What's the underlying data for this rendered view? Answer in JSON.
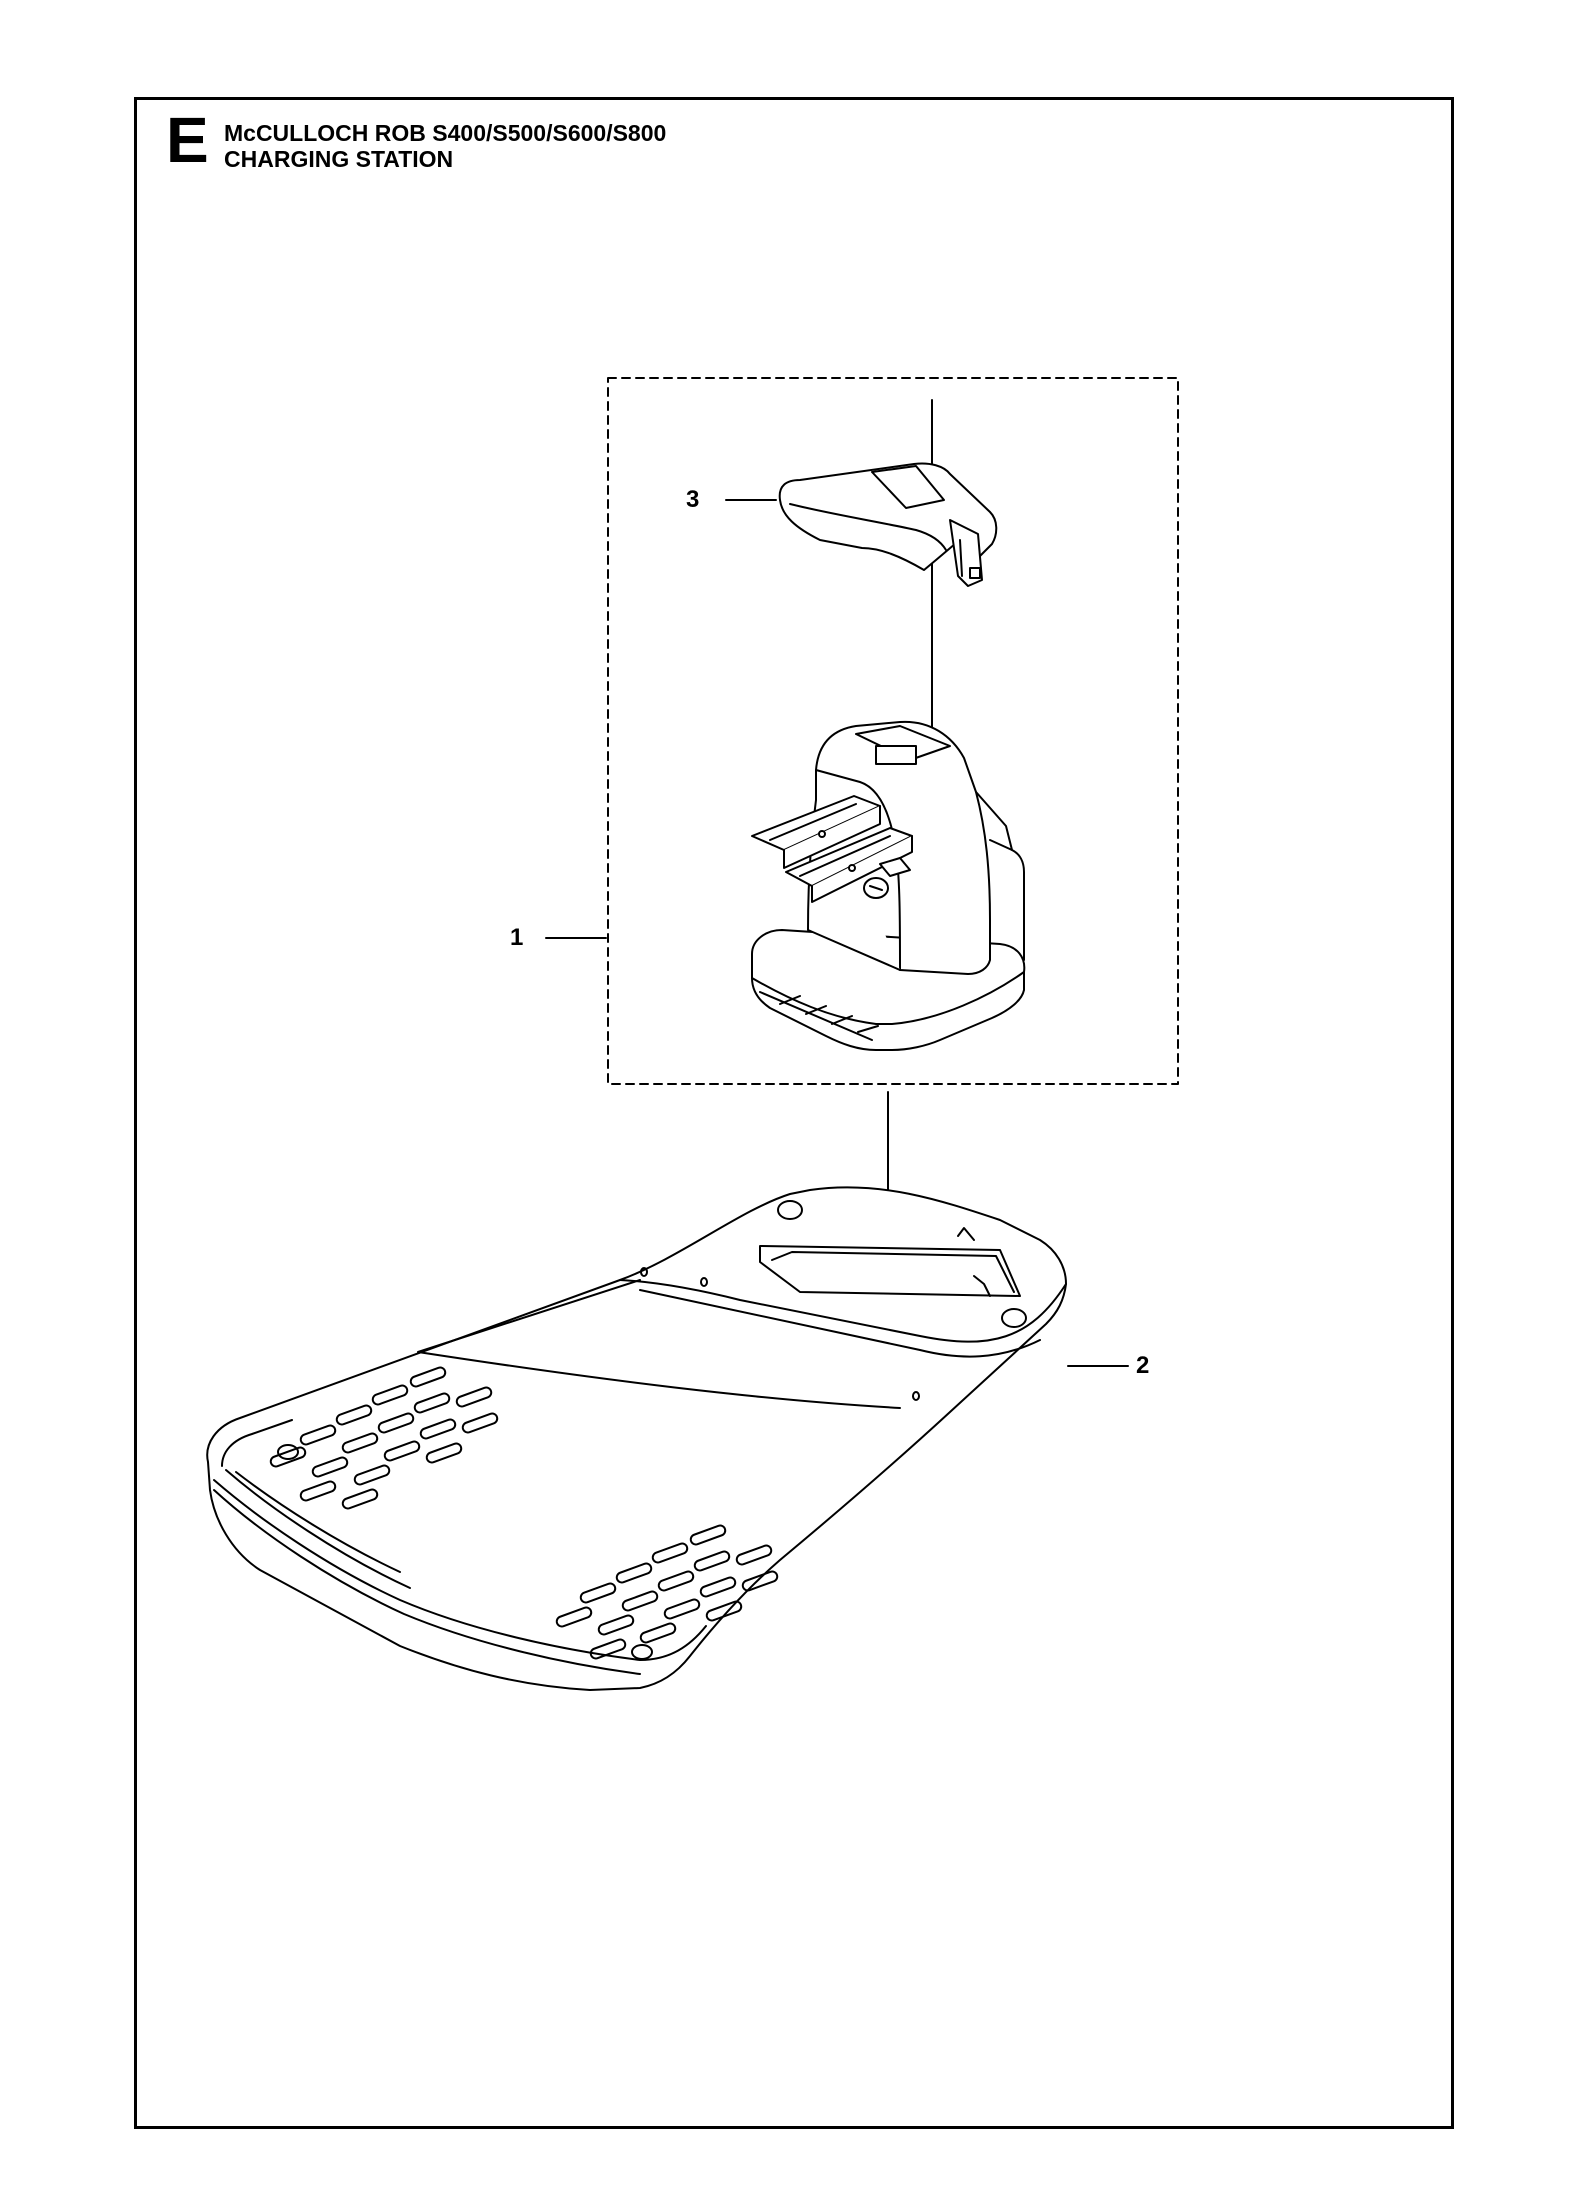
{
  "header": {
    "section_letter": "E",
    "title_line1": "McCULLOCH ROB S400/S500/S600/S800",
    "title_line2": "CHARGING STATION"
  },
  "callouts": [
    {
      "label": "3"
    },
    {
      "label": "1"
    },
    {
      "label": "2"
    }
  ]
}
